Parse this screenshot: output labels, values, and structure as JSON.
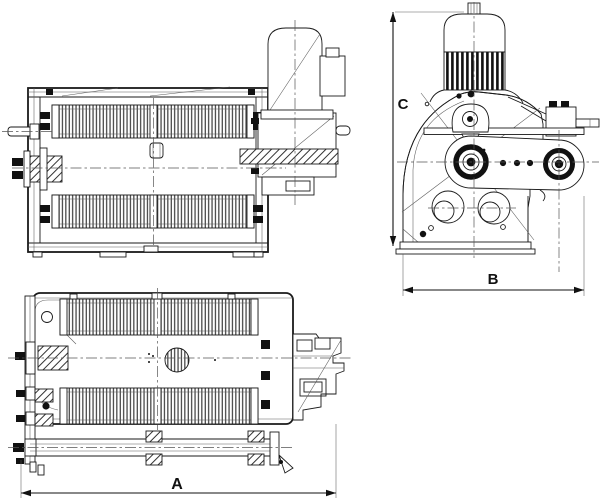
{
  "drawing": {
    "views": {
      "side": {
        "name": "side-elevation-view"
      },
      "end": {
        "name": "end-elevation-view"
      },
      "bottom": {
        "name": "bottom-plan-view"
      }
    }
  },
  "dimensions": {
    "a": {
      "label": "A",
      "orientation": "horizontal"
    },
    "b": {
      "label": "B",
      "orientation": "horizontal"
    },
    "c": {
      "label": "C",
      "orientation": "vertical"
    }
  },
  "colors": {
    "line": "#1a1a1a",
    "background": "#ffffff"
  }
}
